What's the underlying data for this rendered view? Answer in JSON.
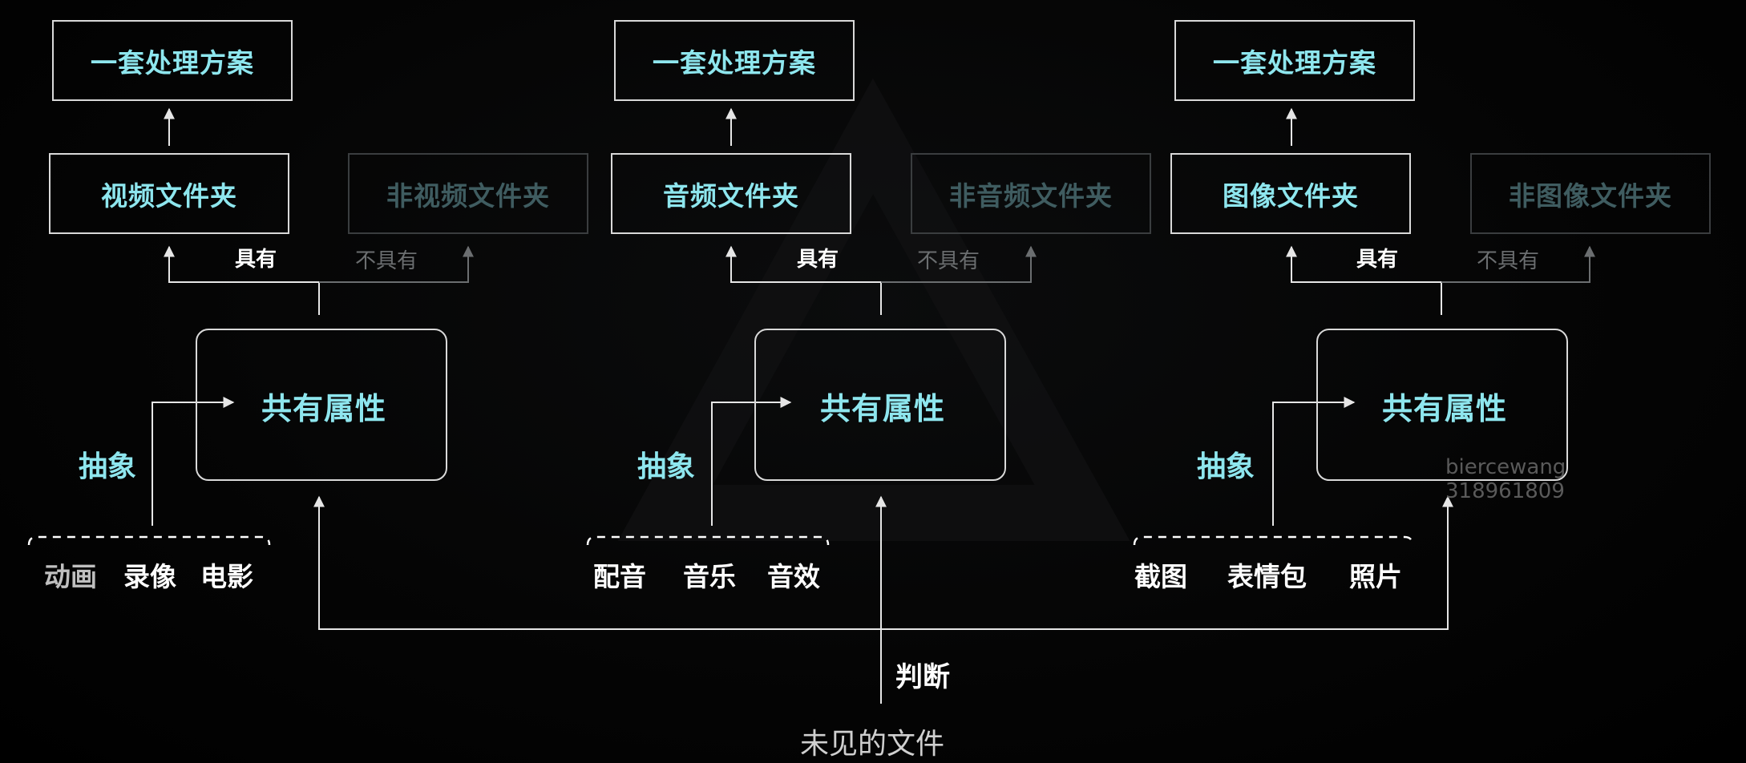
{
  "groups": [
    {
      "plan": "一套处理方案",
      "folder": "视频文件夹",
      "non_folder": "非视频文件夹",
      "has": "具有",
      "not_has": "不具有",
      "common": "共有属性",
      "abstract": "抽象",
      "items": [
        "动画",
        "录像",
        "电影"
      ]
    },
    {
      "plan": "一套处理方案",
      "folder": "音频文件夹",
      "non_folder": "非音频文件夹",
      "has": "具有",
      "not_has": "不具有",
      "common": "共有属性",
      "abstract": "抽象",
      "items": [
        "配音",
        "音乐",
        "音效"
      ]
    },
    {
      "plan": "一套处理方案",
      "folder": "图像文件夹",
      "non_folder": "非图像文件夹",
      "has": "具有",
      "not_has": "不具有",
      "common": "共有属性",
      "abstract": "抽象",
      "items": [
        "截图",
        "表情包",
        "照片"
      ]
    }
  ],
  "judge": "判断",
  "unseen": "未见的文件",
  "watermark": {
    "line1": "biercewang",
    "line2": "318961809"
  },
  "colors": {
    "background": "#000000",
    "accent": "#8ee6ee",
    "line": "#d9d9d9",
    "dim": "#3f5c60"
  }
}
